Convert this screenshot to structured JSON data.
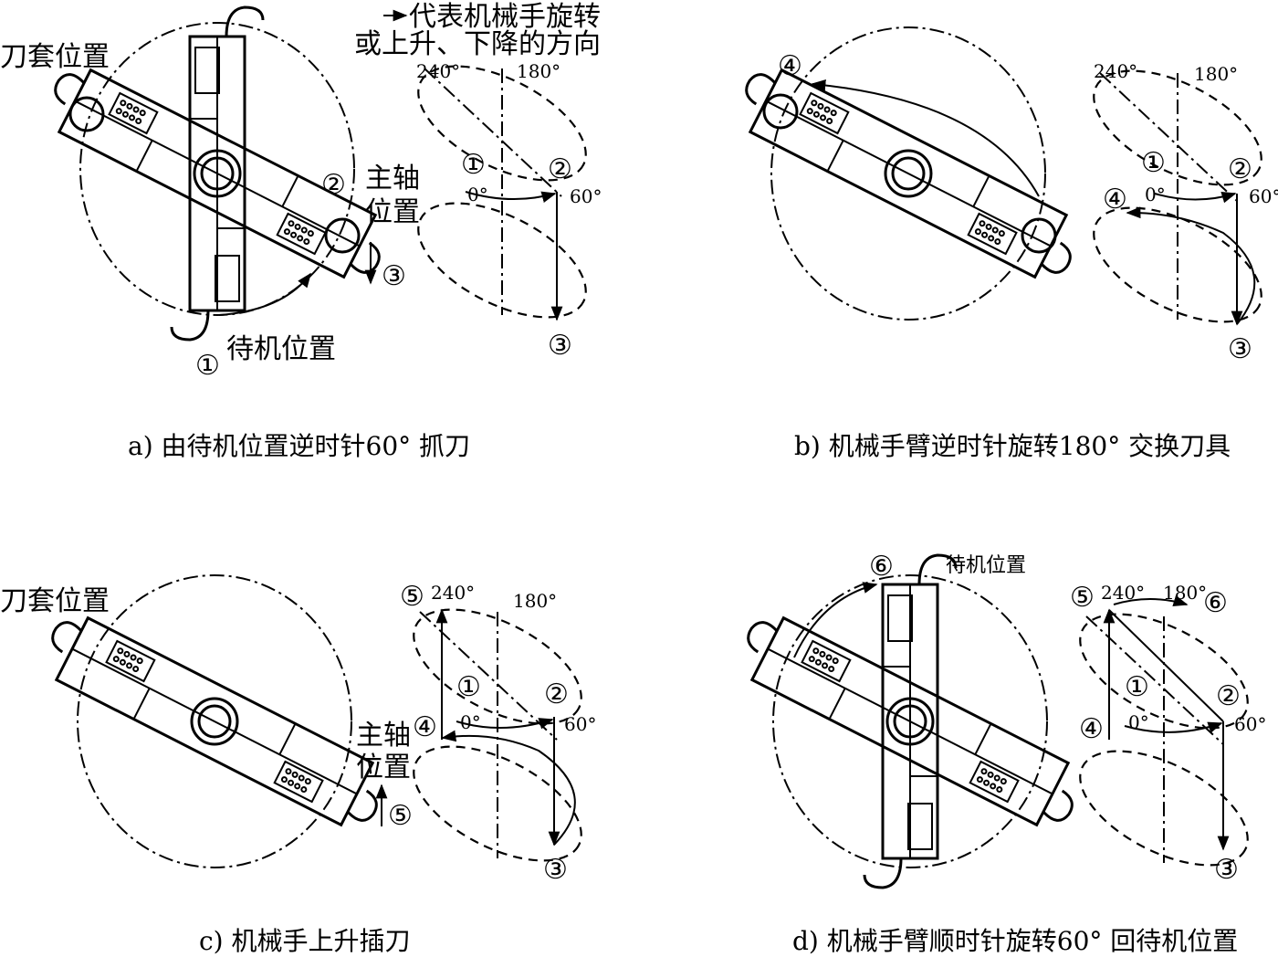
{
  "legend": {
    "line1": "代表机械手旋转",
    "line2": "或上升、下降的方向"
  },
  "labels": {
    "tool_sleeve": "刀套位置",
    "spindle_l1": "主轴",
    "spindle_l2": "位置",
    "standby": "待机位置"
  },
  "angles": {
    "a0": "0°",
    "a60": "60°",
    "a180": "180°",
    "a240": "240°"
  },
  "markers": {
    "m1": "①",
    "m2": "②",
    "m3": "③",
    "m4": "④",
    "m5": "⑤",
    "m6": "⑥"
  },
  "captions": {
    "a": "a) 由待机位置逆时针60° 抓刀",
    "b": "b) 机械手臂逆时针旋转180° 交换刀具",
    "c": "c) 机械手上升插刀",
    "d": "d) 机械手臂顺时针旋转60° 回待机位置"
  }
}
